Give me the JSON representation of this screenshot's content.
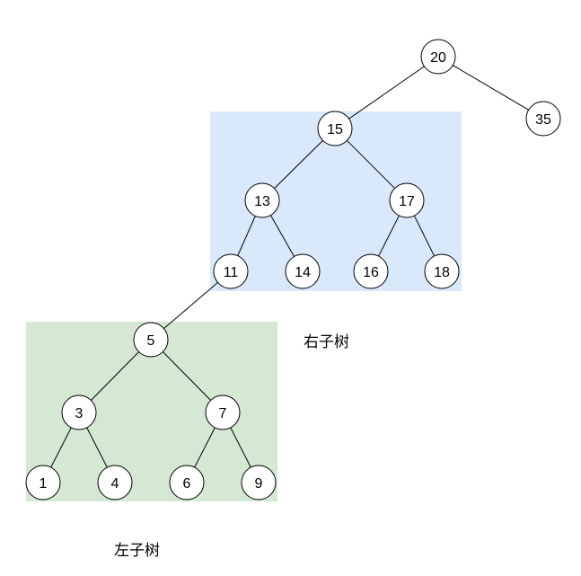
{
  "colors": {
    "right_subtree_fill": "#dae8fc",
    "left_subtree_fill": "#d5e8d4",
    "node_fill": "#ffffff",
    "node_stroke": "#000000",
    "edge_stroke": "#000000",
    "text": "#000000"
  },
  "labels": {
    "right_subtree": "右子树",
    "left_subtree": "左子树"
  },
  "tree": {
    "nodes": [
      {
        "id": "n20",
        "value": "20"
      },
      {
        "id": "n35",
        "value": "35"
      },
      {
        "id": "n15",
        "value": "15"
      },
      {
        "id": "n13",
        "value": "13"
      },
      {
        "id": "n17",
        "value": "17"
      },
      {
        "id": "n11",
        "value": "11"
      },
      {
        "id": "n14",
        "value": "14"
      },
      {
        "id": "n16",
        "value": "16"
      },
      {
        "id": "n18",
        "value": "18"
      },
      {
        "id": "n5",
        "value": "5"
      },
      {
        "id": "n3",
        "value": "3"
      },
      {
        "id": "n7",
        "value": "7"
      },
      {
        "id": "n1",
        "value": "1"
      },
      {
        "id": "n4",
        "value": "4"
      },
      {
        "id": "n6",
        "value": "6"
      },
      {
        "id": "n9",
        "value": "9"
      }
    ],
    "edges": [
      [
        "n20",
        "n15"
      ],
      [
        "n20",
        "n35"
      ],
      [
        "n15",
        "n13"
      ],
      [
        "n15",
        "n17"
      ],
      [
        "n13",
        "n11"
      ],
      [
        "n13",
        "n14"
      ],
      [
        "n17",
        "n16"
      ],
      [
        "n17",
        "n18"
      ],
      [
        "n11",
        "n5"
      ],
      [
        "n5",
        "n3"
      ],
      [
        "n5",
        "n7"
      ],
      [
        "n3",
        "n1"
      ],
      [
        "n3",
        "n4"
      ],
      [
        "n7",
        "n6"
      ],
      [
        "n7",
        "n9"
      ]
    ]
  }
}
